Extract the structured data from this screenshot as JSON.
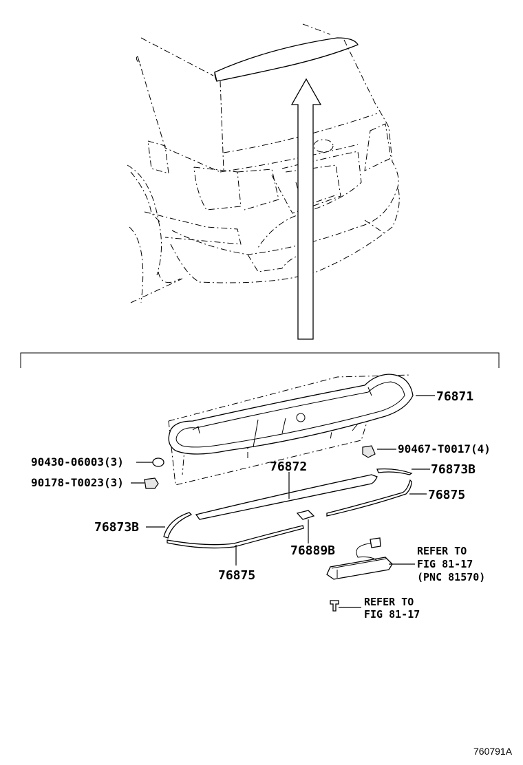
{
  "figure_id": "760791A",
  "callouts": {
    "p76871": "76871",
    "p90467": "90467-T0017(4)",
    "p90430": "90430-06003(3)",
    "p90178": "90178-T0023(3)",
    "p76872": "76872",
    "p76873b_right": "76873B",
    "p76875_right": "76875",
    "p76873b_left": "76873B",
    "p76889b": "76889B",
    "p76875_left": "76875"
  },
  "references": {
    "lamp_line1": "REFER TO",
    "lamp_line2": "FIG 81-17",
    "lamp_line3": "(PNC 81570)",
    "screw_line1": "REFER TO",
    "screw_line2": "FIG 81-17"
  },
  "icons": [
    "vehicle-rear-illustration",
    "up-arrow",
    "spoiler-part",
    "clip",
    "grommet",
    "stop-lamp",
    "screw"
  ]
}
